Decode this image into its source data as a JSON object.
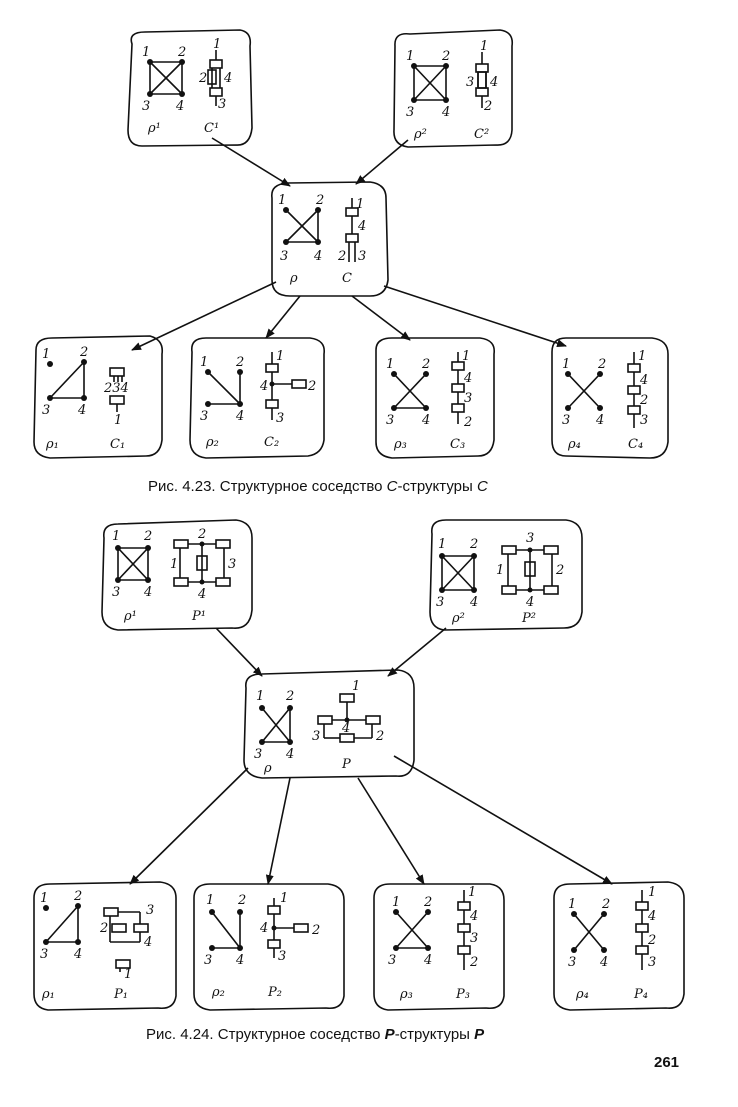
{
  "fig423": {
    "caption_prefix": "Рис. 4.23. Структурное соседство ",
    "caption_sym": "C",
    "caption_mid": "-структуры ",
    "caption_end": "C",
    "top_left": {
      "rho": "ρ¹",
      "c": "C¹",
      "n1": "1",
      "n2": "2",
      "n3": "3",
      "n4": "4",
      "s1": "1",
      "s2": "2",
      "s4": "4",
      "s3": "3"
    },
    "top_right": {
      "rho": "ρ²",
      "c": "C²",
      "n1": "1",
      "n2": "2",
      "n3": "3",
      "n4": "4",
      "s1": "1",
      "s3": "3",
      "s4": "4",
      "s2": "2"
    },
    "middle": {
      "rho": "ρ",
      "c": "C",
      "n1": "1",
      "n2": "2",
      "n3": "3",
      "n4": "4",
      "s1": "1",
      "s4": "4",
      "s2": "2",
      "s3": "3"
    },
    "b1": {
      "rho": "ρ₁",
      "c": "C₁",
      "n1": "1",
      "n2": "2",
      "n3": "3",
      "n4": "4",
      "s234": "234",
      "s1": "1"
    },
    "b2": {
      "rho": "ρ₂",
      "c": "C₂",
      "n1": "1",
      "n2": "2",
      "n3": "3",
      "n4": "4",
      "s1": "1",
      "s4": "4",
      "s2": "2",
      "s3": "3"
    },
    "b3": {
      "rho": "ρ₃",
      "c": "C₃",
      "n1": "1",
      "n2": "2",
      "n3": "3",
      "n4": "4",
      "s1": "1",
      "s4": "4",
      "s3": "3",
      "s2": "2"
    },
    "b4": {
      "rho": "ρ₄",
      "c": "C₄",
      "n1": "1",
      "n2": "2",
      "n3": "3",
      "n4": "4",
      "s1": "1",
      "s4": "4",
      "s2": "2",
      "s3": "3"
    }
  },
  "fig424": {
    "caption_prefix": "Рис. 4.24. Структурное соседство ",
    "caption_sym": "P",
    "caption_mid": "-структуры ",
    "caption_end": "P",
    "top_left": {
      "rho": "ρ¹",
      "p": "P¹",
      "n1": "1",
      "n2": "2",
      "n3": "3",
      "n4": "4",
      "s1": "1",
      "s2": "2",
      "s3": "3",
      "s4": "4"
    },
    "top_right": {
      "rho": "ρ²",
      "p": "P²",
      "n1": "1",
      "n2": "2",
      "n3": "3",
      "n4": "4",
      "s1": "1",
      "s2": "2",
      "s3": "3",
      "s4": "4"
    },
    "middle": {
      "rho": "ρ",
      "p": "P",
      "n1": "1",
      "n2": "2",
      "n3": "3",
      "n4": "4",
      "s1": "1",
      "s2": "2",
      "s3": "3",
      "s4": "4"
    },
    "b1": {
      "rho": "ρ₁",
      "p": "P₁",
      "n1": "1",
      "n2": "2",
      "n3": "3",
      "n4": "4",
      "s1": "1",
      "s2": "2",
      "s3": "3",
      "s4": "4"
    },
    "b2": {
      "rho": "ρ₂",
      "p": "P₂",
      "n1": "1",
      "n2": "2",
      "n3": "3",
      "n4": "4",
      "s1": "1",
      "s4": "4",
      "s2": "2",
      "s3": "3"
    },
    "b3": {
      "rho": "ρ₃",
      "p": "P₃",
      "n1": "1",
      "n2": "2",
      "n3": "3",
      "n4": "4",
      "s1": "1",
      "s4": "4",
      "s3": "3",
      "s2": "2"
    },
    "b4": {
      "rho": "ρ₄",
      "p": "P₄",
      "n1": "1",
      "n2": "2",
      "n3": "3",
      "n4": "4",
      "s1": "1",
      "s4": "4",
      "s2": "2",
      "s3": "3"
    }
  },
  "page_number": "261"
}
